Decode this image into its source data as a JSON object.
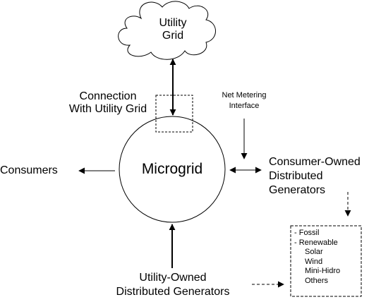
{
  "labels": {
    "utility_grid": [
      "Utility",
      "Grid"
    ],
    "connection": [
      "Connection",
      "With Utility Grid"
    ],
    "net_metering": [
      "Net Metering",
      "Interface"
    ],
    "microgrid": "Microgrid",
    "consumers": "Consumers",
    "consumer_owned": [
      "Consumer-Owned",
      "Distributed",
      "Generators"
    ],
    "utility_owned": [
      "Utility-Owned",
      "Distributed Generators"
    ]
  },
  "sources": [
    {
      "text": "- Fossil",
      "indent": false
    },
    {
      "text": "- Renewable",
      "indent": false
    },
    {
      "text": "Solar",
      "indent": true
    },
    {
      "text": "Wind",
      "indent": true
    },
    {
      "text": "Mini-Hidro",
      "indent": true
    },
    {
      "text": "Others",
      "indent": true
    }
  ],
  "colors": {
    "stroke": "#000000",
    "background": "#ffffff"
  }
}
